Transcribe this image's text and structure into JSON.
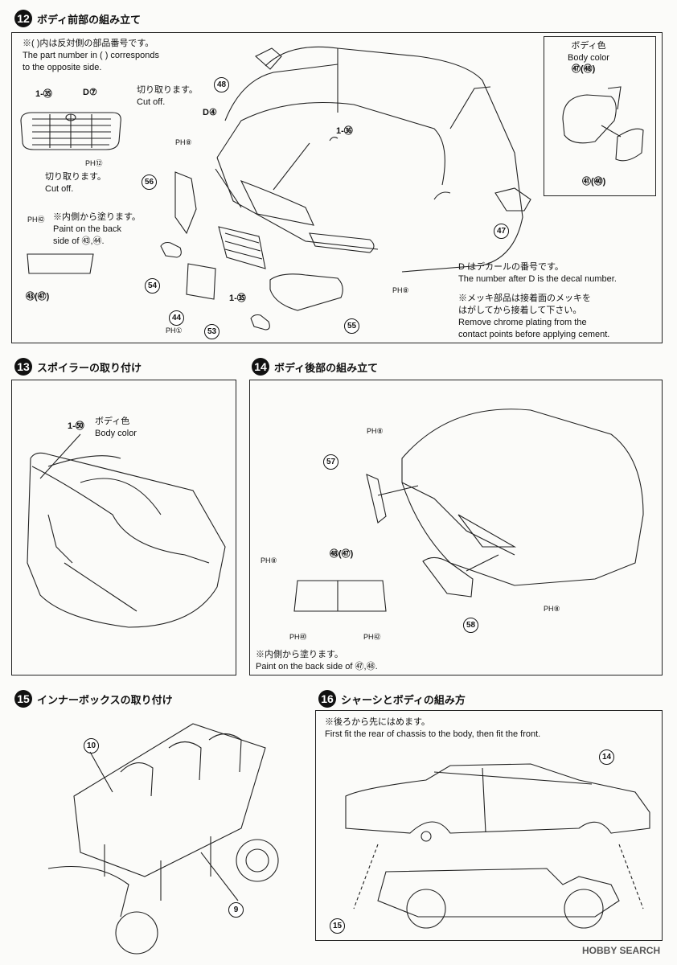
{
  "steps": {
    "s12": {
      "num": "12",
      "title": "ボディ前部の組み立て"
    },
    "s13": {
      "num": "13",
      "title": "スポイラーの取り付け"
    },
    "s14": {
      "num": "14",
      "title": "ボディ後部の組み立て"
    },
    "s15": {
      "num": "15",
      "title": "インナーボックスの取り付け"
    },
    "s16": {
      "num": "16",
      "title": "シャーシとボディの組み方"
    }
  },
  "notes": {
    "opposite": "※(   )内は反対側の部品番号です。\nThe part number in (   ) corresponds\nto the opposite side.",
    "cut_top": "切り取ります。\nCut off.",
    "cut_bottom": "切り取ります。\nCut off.",
    "paint_inside_12": "※内側から塗ります。\nPaint on the back\nside of ㊸,㊹.",
    "decal": "D はデカールの番号です。\nThe number after D is the decal number.",
    "chrome": "※メッキ部品は接着面のメッキを\nはがしてから接着して下さい。\nRemove chrome plating from the\ncontact points before applying cement.",
    "body_color_12": "ボディ色\nBody color",
    "body_color_13": "ボディ色\nBody color",
    "paint_inside_14": "※内側から塗ります。\nPaint on the back side of ㊼,㊽.",
    "rear_first": "※後ろから先にはめます。\nFirst fit the rear of chassis to the body, then fit the front."
  },
  "parts": {
    "p48": "48",
    "p35": "1-㉟",
    "d7": "D⑦",
    "p36": "1-㊱",
    "d4": "D④",
    "p56": "56",
    "p54": "54",
    "p44": "44",
    "p35b": "1-㉟",
    "p53": "53",
    "p55": "55",
    "p47": "47",
    "p47_48": "㊼(㊽)",
    "p41_40": "㊶(㊵)",
    "p54_53": "㊸(㊼)",
    "p50": "1-㊿",
    "p57": "57",
    "p58_57": "㊽(㊼)",
    "p58": "58",
    "p10": "10",
    "p9": "9",
    "p14": "14",
    "p15": "15"
  },
  "paint_codes": {
    "h12": "PH⑫",
    "h8a": "PH⑧",
    "h92a": "PH㊷",
    "h8b": "PH⑧",
    "h1": "PH①",
    "h8c": "PH⑧",
    "h8d": "PH⑧",
    "h8e": "PH⑧",
    "h90": "PH㊵",
    "h92b": "PH㊷"
  },
  "watermark": "HOBBY SEARCH"
}
